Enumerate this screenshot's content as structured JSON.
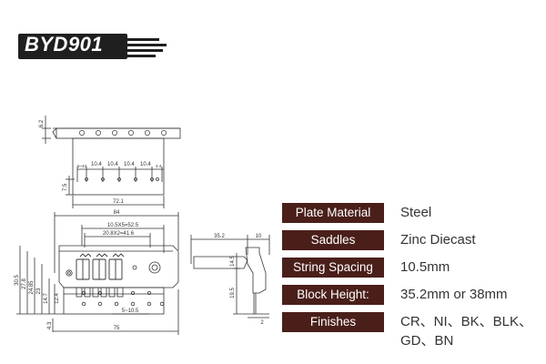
{
  "title": "BYD901",
  "colors": {
    "label_bg": "#4a1f1a",
    "title_bg": "#1f1f1f",
    "line": "#333333"
  },
  "specs": [
    {
      "label": "Plate Material",
      "value": "Steel"
    },
    {
      "label": "Saddles",
      "value": "Zinc Diecast"
    },
    {
      "label": "String Spacing",
      "value": "10.5mm"
    },
    {
      "label": "Block Height:",
      "value": "35.2mm or 38mm"
    },
    {
      "label": "Finishes",
      "value": "CR、NI、BK、BLK、\nGD、BN"
    }
  ],
  "dims": {
    "top": {
      "thickness": "6.2",
      "spacing1": "5~43",
      "s2": "10.4",
      "s3": "10.4",
      "s4": "10.4",
      "s5": "10.4",
      "s6": "4.4",
      "height": "7.5",
      "width": "72.1"
    },
    "front": {
      "overall": "84",
      "spacing5": "10.5X5=52.5",
      "spacing2": "20.8X2=41.6",
      "h1": "30.5",
      "h2": "27.8",
      "h3": "24.85",
      "h4": "23",
      "h5": "14.7",
      "h6": "12.4",
      "h7": "4.3",
      "bottom1": "5~10.5",
      "bottom2": "75"
    },
    "side": {
      "top1": "35.2",
      "top2": "10",
      "h1": "14.5",
      "h2": "19.5",
      "bottom": "2"
    }
  }
}
